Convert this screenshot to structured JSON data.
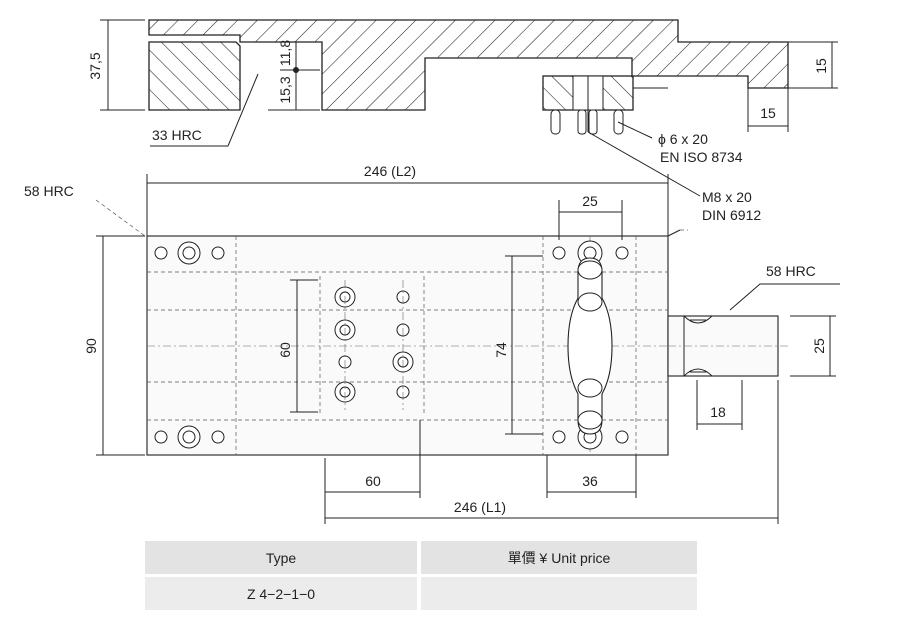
{
  "dimensions": {
    "h_37_5": "37,5",
    "h_11_8": "11,8",
    "h_15_3": "15,3",
    "h_15_right": "15",
    "w_15_bottom": "15",
    "l2": "246 (L2)",
    "w_25_top": "25",
    "h_90": "90",
    "h_60": "60",
    "h_74": "74",
    "h_25_shaft": "25",
    "w_18": "18",
    "w_60": "60",
    "w_36": "36",
    "l1": "246 (L1)"
  },
  "callouts": {
    "hrc_33": "33 HRC",
    "hrc_58_left": "58 HRC",
    "hrc_58_right": "58 HRC",
    "pin_size": "ϕ 6 x 20",
    "pin_std": "EN ISO 8734",
    "screw_size": "M8 x 20",
    "screw_std": "DIN 6912"
  },
  "table": {
    "col_type": "Type",
    "col_price": "單價 ¥ Unit price",
    "rows": [
      {
        "type": "Z 4−2−1−0",
        "price": ""
      }
    ]
  }
}
